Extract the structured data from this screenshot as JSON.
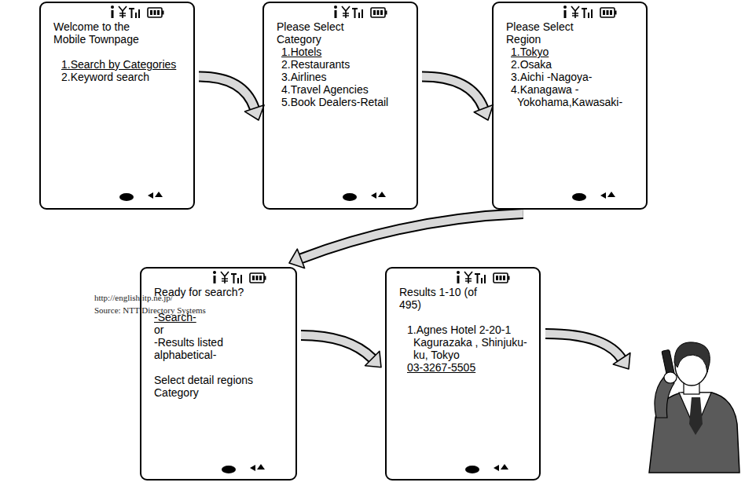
{
  "diagram": {
    "nodes": [
      {
        "text": [
          "Welcome to the Mobile Townpage",
          "1.Search by Categories",
          "2.Keyword search"
        ]
      },
      {
        "text": [
          "Please Select Category",
          "1.Hotels",
          "2.Restaurants",
          "3.Airlines",
          "4.Travel Agencies",
          "5.Book Dealers-Retail"
        ]
      },
      {
        "text": [
          "Please Select Region",
          "1.Tokyo",
          "2.Osaka",
          "3.Aichi -Nagoya-",
          "4.Kanagawa -Yokohama,Kawasaki-"
        ]
      },
      {
        "text": [
          "Ready for search?",
          "-Search-",
          "or",
          "-Results listed alphabetical-",
          "Select detail regions Category"
        ]
      },
      {
        "text": [
          "Results 1-10 (of 495)",
          "1.Agnes Hotel 2-20-1 Kagurazaka , Shinjuku-ku, Tokyo",
          "03-3267-5505"
        ]
      }
    ],
    "edges": [
      {
        "from": 0,
        "to": 1,
        "arrow": "to"
      },
      {
        "from": 1,
        "to": 2,
        "arrow": "to"
      },
      {
        "from": 2,
        "to": 3,
        "arrow": "to"
      },
      {
        "from": 3,
        "to": 4,
        "arrow": "to"
      }
    ],
    "labels": [
      "http://english.itp.ne.jp/",
      "Source: NTT Directory Systems"
    ]
  }
}
